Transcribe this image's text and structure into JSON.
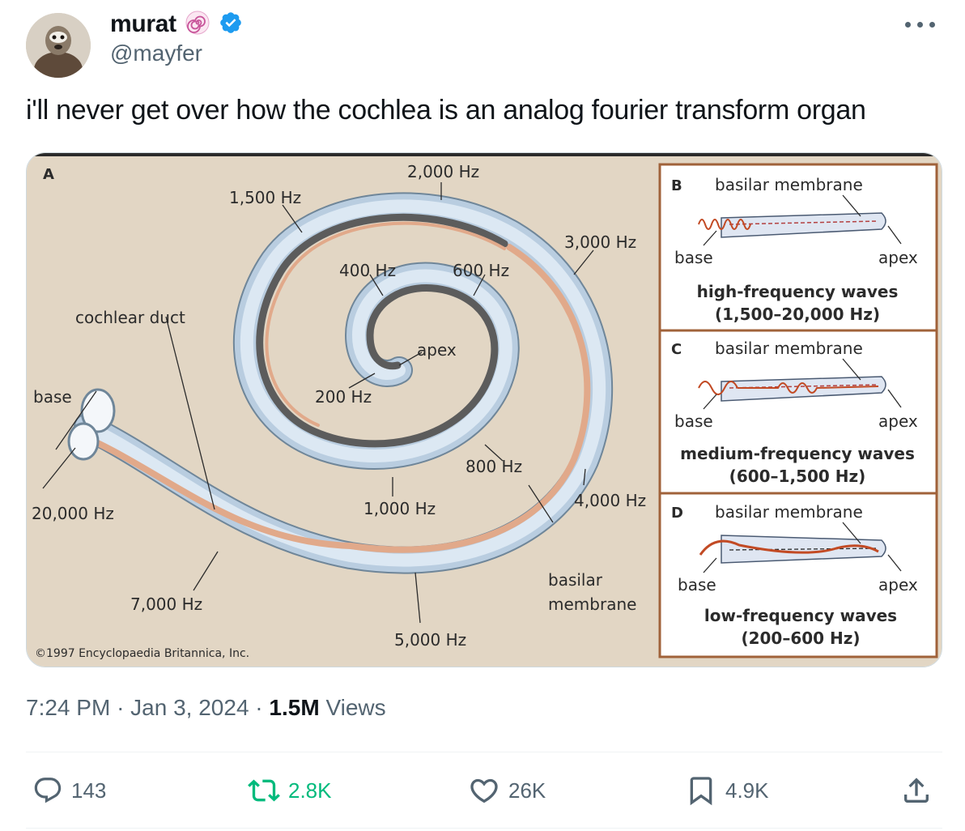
{
  "author": {
    "display_name": "murat",
    "handle": "@mayfer"
  },
  "tweet": {
    "text": "i'll never get over how the cochlea is an analog fourier transform organ",
    "time": "7:24 PM",
    "date": "Jan 3, 2024",
    "views_count": "1.5M",
    "views_label": "Views"
  },
  "actions": {
    "replies": "143",
    "reposts": "2.8K",
    "likes": "26K",
    "bookmarks": "4.9K"
  },
  "colors": {
    "verified": "#1d9bf0",
    "repost": "#00ba7c",
    "secondary_text": "#536471"
  },
  "diagram": {
    "panel_a": {
      "letter": "A",
      "freq_labels": [
        "2,000 Hz",
        "1,500 Hz",
        "3,000 Hz",
        "400 Hz",
        "600 Hz",
        "apex",
        "200 Hz",
        "800 Hz",
        "1,000 Hz",
        "4,000 Hz",
        "20,000 Hz",
        "7,000 Hz",
        "5,000 Hz"
      ],
      "cochlear_duct": "cochlear duct",
      "base": "base",
      "basilar_1": "basilar",
      "basilar_2": "membrane",
      "copyright": "©1997 Encyclopaedia Britannica, Inc."
    },
    "panels": [
      {
        "letter": "B",
        "membrane": "basilar membrane",
        "base": "base",
        "apex": "apex",
        "caption": "high-frequency waves",
        "range": "(1,500–20,000 Hz)"
      },
      {
        "letter": "C",
        "membrane": "basilar membrane",
        "base": "base",
        "apex": "apex",
        "caption": "medium-frequency waves",
        "range": "(600–1,500 Hz)"
      },
      {
        "letter": "D",
        "membrane": "basilar membrane",
        "base": "base",
        "apex": "apex",
        "caption": "low-frequency waves",
        "range": "(200–600 Hz)"
      }
    ]
  }
}
